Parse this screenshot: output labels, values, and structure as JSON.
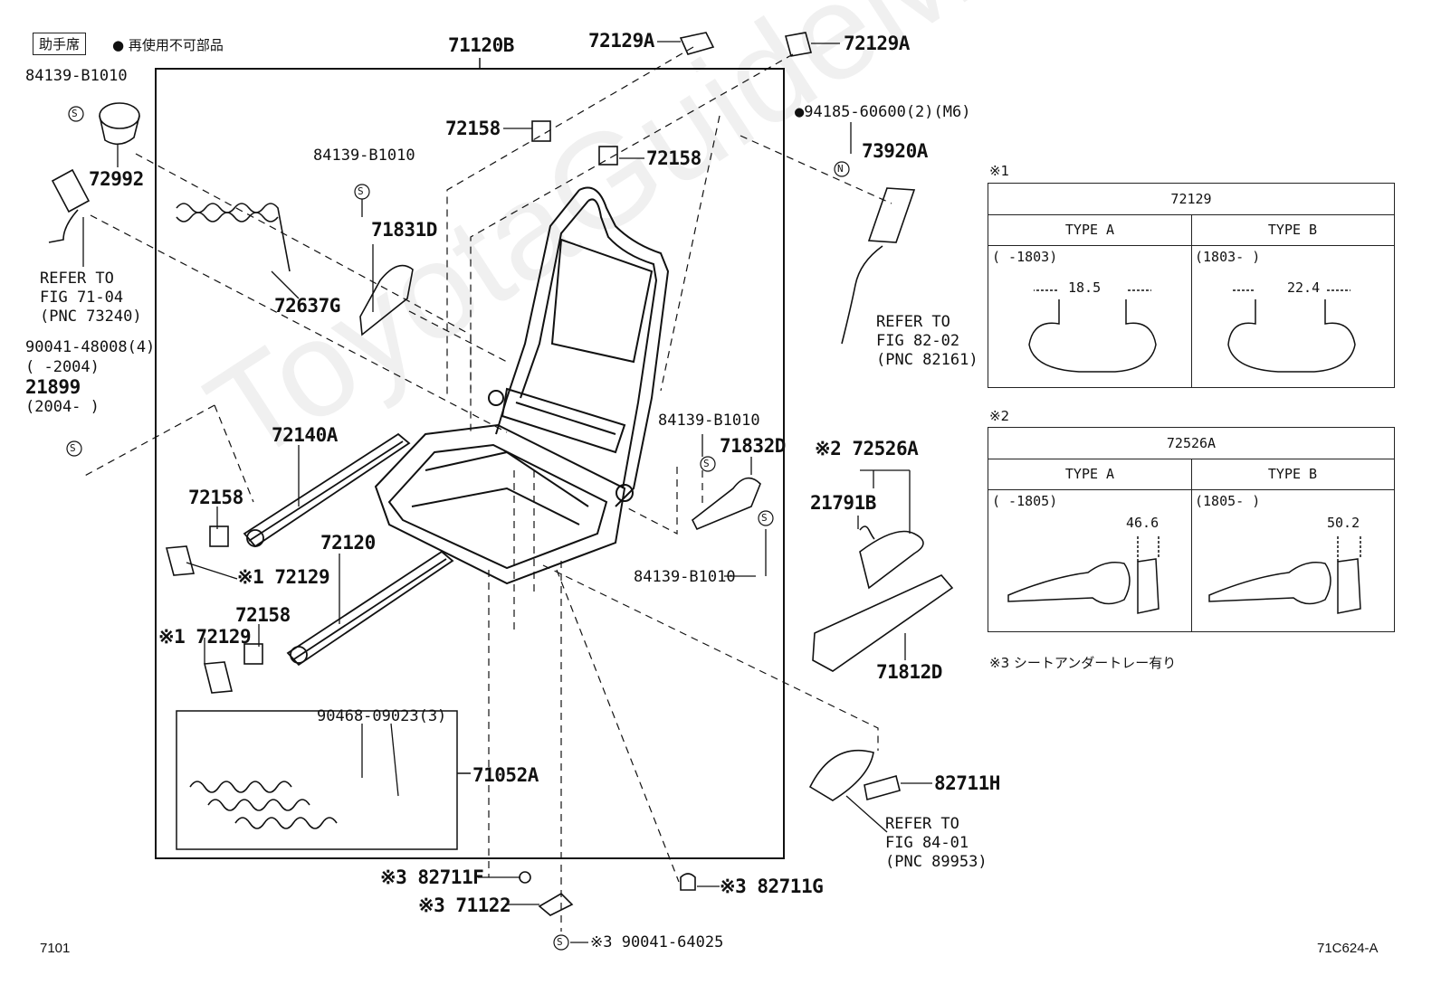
{
  "header": {
    "passenger_box": "助手席",
    "legend_symbol": "●",
    "legend_text": "再使用不可部品"
  },
  "watermark": "ToyotaGuideMe.ru",
  "labels": {
    "main_assy": "71120B",
    "clip_a_left": "72129A",
    "clip_a_right": "72129A",
    "bracket_top1": "72158",
    "bracket_top2": "72158",
    "bolt": "●94185-60600(2)(M6)",
    "airbag": "73920A",
    "refer_airbag_1": "REFER TO",
    "refer_airbag_2": "FIG 82-02",
    "refer_airbag_3": "(PNC 82161)",
    "screw_top_left": "84139-B1010",
    "cover_72992": "72992",
    "refer_belt_1": "REFER TO",
    "refer_belt_2": "FIG 71-04",
    "refer_belt_3": "(PNC 73240)",
    "bolt_90041": "90041-48008(4)",
    "bolt_90041_range": "(   -2004)",
    "screw_21899": "21899",
    "screw_21899_range": "(2004-   )",
    "screw_mid": "84139-B1010",
    "shield_71831D": "71831D",
    "spring_72637G": "72637G",
    "adjuster_72140A": "72140A",
    "bracket_left_upper": "72158",
    "clip_left_upper": "※1 72129",
    "adjuster_72120": "72120",
    "bracket_left_lower": "72158",
    "clip_left_lower": "※1 72129",
    "clip_90468": "90468-09023(3)",
    "spring_71052A": "71052A",
    "screw_right_upper": "84139-B1010",
    "shield_71832D": "71832D",
    "screw_right_lower": "84139-B1010",
    "lever_72526A": "※2 72526A",
    "clip_21791B": "21791B",
    "cover_71812D": "71812D",
    "harness_82711H": "82711H",
    "refer_harness_1": "REFER TO",
    "refer_harness_2": "FIG 84-01",
    "refer_harness_3": "(PNC 89953)",
    "clamp_82711F": "※3 82711F",
    "bracket_71122": "※3 71122",
    "clamp_82711G": "※3 82711G",
    "bolt_90041_64025": "※3 90041-64025",
    "symbol_s": "S",
    "symbol_n": "N"
  },
  "table1": {
    "mark": "※1",
    "title": "72129",
    "col_a": "TYPE A",
    "col_b": "TYPE B",
    "range_a": "(     -1803)",
    "range_b": "(1803-     )",
    "dim_a": "18.5",
    "dim_b": "22.4"
  },
  "table2": {
    "mark": "※2",
    "title": "72526A",
    "col_a": "TYPE A",
    "col_b": "TYPE B",
    "range_a": "(     -1805)",
    "range_b": "(1805-     )",
    "dim_a": "46.6",
    "dim_b": "50.2"
  },
  "note3": "※3 シートアンダートレー有り",
  "footer": {
    "left": "7101",
    "right": "71C624-A"
  }
}
